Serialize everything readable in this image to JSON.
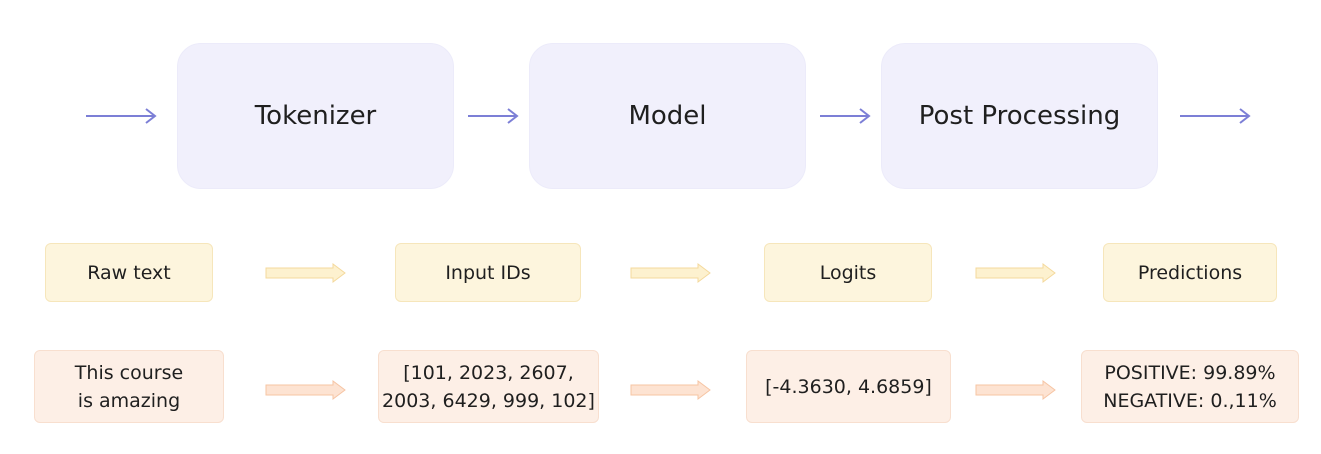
{
  "pipeline": {
    "stages": [
      {
        "label": "Tokenizer"
      },
      {
        "label": "Model"
      },
      {
        "label": "Post Processing"
      }
    ]
  },
  "flow": {
    "labels": [
      "Raw text",
      "Input IDs",
      "Logits",
      "Predictions"
    ],
    "examples": [
      "This course\nis amazing",
      "[101, 2023, 2607,\n2003, 6429, 999, 102]",
      "[-4.3630, 4.6859]",
      "POSITIVE: 99.89%\nNEGATIVE: 0.,11%"
    ]
  },
  "colors": {
    "stage_fill": "#f1f0fc",
    "pipeline_arrow": "#7c7fd6",
    "label_fill": "#fdf5dd",
    "label_arrow_fill": "#fdf1cf",
    "label_arrow_stroke": "#f4d99c",
    "example_fill": "#fdefe6",
    "example_arrow_fill": "#fde3d2",
    "example_arrow_stroke": "#f6c4a3"
  },
  "icons": {
    "pipeline_arrow": "arrow-right-icon",
    "flow_arrow": "block-arrow-right-icon"
  }
}
